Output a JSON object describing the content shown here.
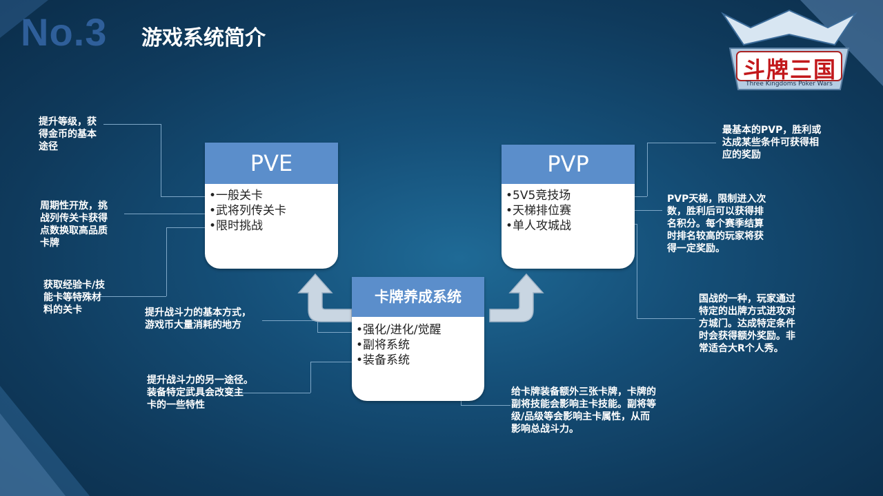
{
  "header": {
    "number": "No.3",
    "title": "游戏系统简介"
  },
  "logo": {
    "main_text": "斗牌三国",
    "sub_text": "Three Kingdoms Poker Wars"
  },
  "pve": {
    "heading": "PVE",
    "items": [
      "•一般关卡",
      "•武将列传关卡",
      "•限时挑战"
    ]
  },
  "pvp": {
    "heading": "PVP",
    "items": [
      "•5V5竞技场",
      "•天梯排位赛",
      "•单人攻城战"
    ]
  },
  "card": {
    "heading": "卡牌养成系统",
    "items": [
      "•强化/进化/觉醒",
      "•副将系统",
      "•装备系统"
    ]
  },
  "notes": {
    "pve_normal": [
      "提升等级，获",
      "得金币的基本",
      "途径"
    ],
    "pve_legend": [
      "周期性开放，挑",
      "战列传关卡获得",
      "点数换取高品质",
      "卡牌"
    ],
    "pve_timed": [
      "获取经验卡/技",
      "能卡等特殊材",
      "料的关卡"
    ],
    "card_enhance": [
      "提升战斗力的基本方式，",
      "游戏币大量消耗的地方"
    ],
    "card_equip": [
      "提升战斗力的另一途径。",
      "装备特定武具会改变主",
      "卡的一些特性"
    ],
    "card_deputy": [
      "给卡牌装备额外三张卡牌，卡牌的",
      "副将技能会影响主卡技能。副将等",
      "级/品级等会影响主卡属性，从而",
      "影响总战斗力。"
    ],
    "pvp_arena": [
      "最基本的PVP，胜利或",
      "达成某些条件可获得相",
      "应的奖励"
    ],
    "pvp_ladder": [
      "PVP天梯，限制进入次",
      "数，胜利后可以获得排",
      "名积分。每个赛季结算",
      "时排名较高的玩家将获",
      "得一定奖励。"
    ],
    "pvp_siege": [
      "国战的一种，玩家通过",
      "特定的出牌方式进攻对",
      "方城门。达成特定条件",
      "时会获得额外奖励。非",
      "常适合大R个人秀。"
    ]
  },
  "colors": {
    "accent": "#5b8ecb",
    "title_number": "#2f5f9a",
    "background": "#154f78"
  }
}
